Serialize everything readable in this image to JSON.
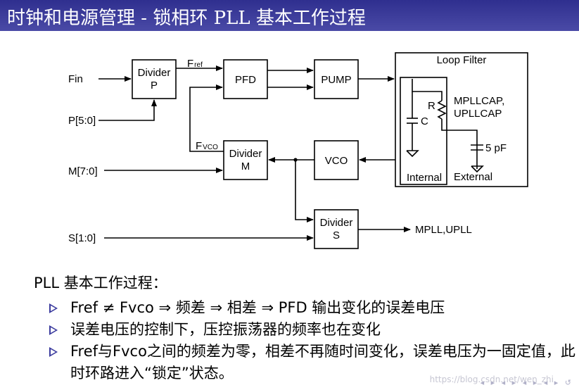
{
  "title": "时钟和电源管理 - 锁相环 PLL 基本工作过程",
  "diagram": {
    "inputs": {
      "fin": "Fin",
      "p": "P[5:0]",
      "m": "M[7:0]",
      "s": "S[1:0]"
    },
    "blocks": {
      "divider_p": [
        "Divider",
        "P"
      ],
      "pfd": "PFD",
      "pump": "PUMP",
      "vco": "VCO",
      "divider_m": [
        "Divider",
        "M"
      ],
      "divider_s": [
        "Divider",
        "S"
      ]
    },
    "signals": {
      "fref_main": "F",
      "fref_sub": "ref",
      "fvco_main": "F",
      "fvco_sub": "VCO",
      "output": "MPLL,UPLL"
    },
    "loop_filter": {
      "title": "Loop Filter",
      "r": "R",
      "c": "C",
      "cap_label_1": "MPLLCAP,",
      "cap_label_2": "UPLLCAP",
      "ext_cap": "5 pF",
      "internal": "Internal",
      "external": "External"
    }
  },
  "text": {
    "heading": "PLL 基本工作过程：",
    "items": [
      "Fref ≠ Fvco ⇒ 频差 ⇒ 相差 ⇒ PFD 输出变化的误差电压",
      "误差电压的控制下，压控振荡器的频率也在变化",
      "Fref与Fvco之间的频差为零，相差不再随时间变化，误差电压为一固定值，此时环路进入“锁定”状态。"
    ]
  },
  "watermark": "https://blog.csdn.net/wen_zhi",
  "nav": "◂ ▸ ◂ ▸ ◂ ▸ ◂ ▸ ↺"
}
